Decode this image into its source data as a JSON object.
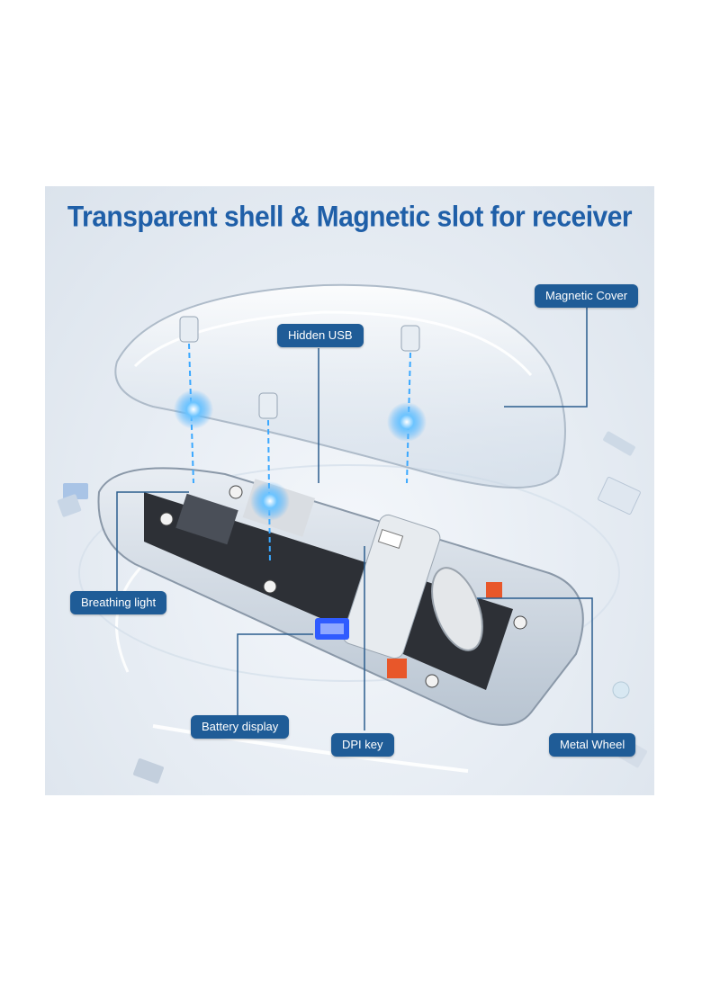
{
  "headline": "Transparent shell & Magnetic slot for receiver",
  "callouts": {
    "magnetic_cover": "Magnetic Cover",
    "hidden_usb": "Hidden USB",
    "breathing_light": "Breathing light",
    "battery_display": "Battery display",
    "dpi_key": "DPI key",
    "metal_wheel": "Metal Wheel"
  },
  "colors": {
    "headline": "#1f5fa8",
    "callout_bg": "#1f5c97",
    "spark": "#3aa8ff",
    "accent_orange": "#e8572a",
    "battery_led": "#2f5bff"
  }
}
